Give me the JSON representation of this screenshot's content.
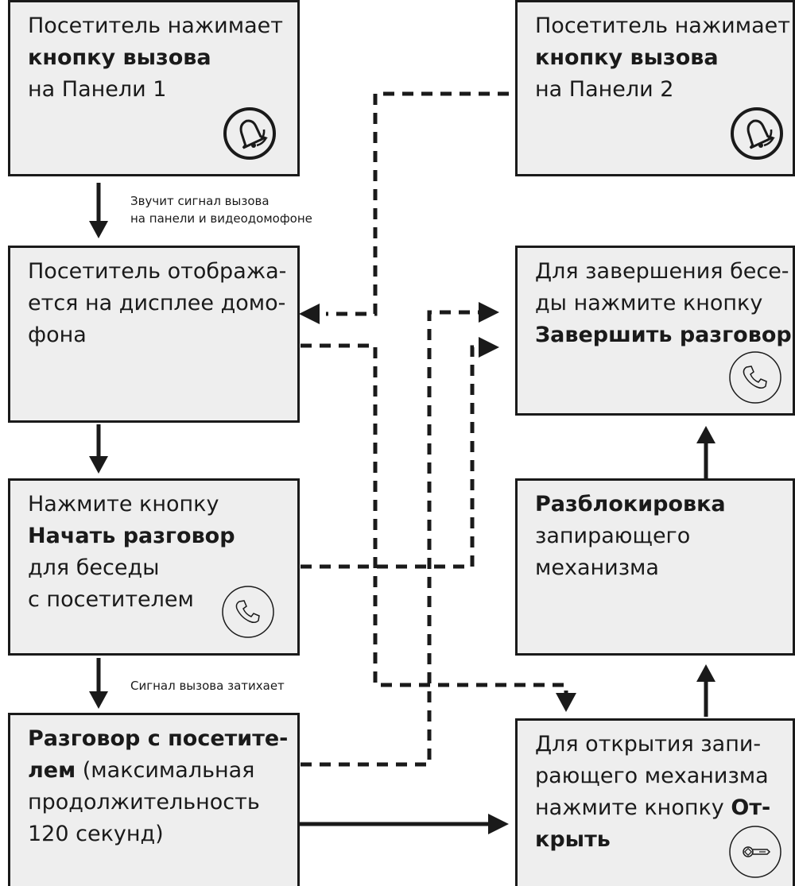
{
  "boxes": {
    "panel1": {
      "line1": "Посетитель нажимает",
      "line2_bold": "кнопку вызова",
      "line3": "на Панели 1",
      "icon": "bell-icon"
    },
    "panel2": {
      "line1": "Посетитель нажимает",
      "line2_bold": "кнопку вызова",
      "line3": "на Панели 2",
      "icon": "bell-icon"
    },
    "display": {
      "line1": "Посетитель отобража-",
      "line2": "ется на дисплее домо-",
      "line3": "фона"
    },
    "end_call": {
      "line1": "Для завершения бесе-",
      "line2": "ды нажмите кнопку",
      "line3_bold": "Завершить разговор",
      "icon": "phone-icon"
    },
    "start_call": {
      "line1": "Нажмите кнопку",
      "line2_bold": "Начать разговор",
      "line3": "для беседы",
      "line4": "с посетителем",
      "icon": "phone-icon"
    },
    "unlock": {
      "line1_bold": "Разблокировка",
      "line2": "запирающего",
      "line3": "механизма"
    },
    "conversation": {
      "line1_bold": "Разговор с посетите-",
      "line2_bold": "лем",
      "line2_rest": " (максимальная",
      "line3": "продолжительность",
      "line4": "120 секунд)"
    },
    "open_lock": {
      "line1": "Для открытия запи-",
      "line2": "рающего механизма",
      "line3_start": "нажмите кнопку ",
      "line3_bold": "От-",
      "line4_bold": "крыть",
      "icon": "key-icon"
    }
  },
  "captions": {
    "ring": [
      "Звучит сигнал вызова",
      "на панели и видеодомофоне"
    ],
    "fade": "Сигнал вызова затихает"
  },
  "colors": {
    "box_fill": "#eeeeee",
    "stroke": "#1a1a1a"
  }
}
